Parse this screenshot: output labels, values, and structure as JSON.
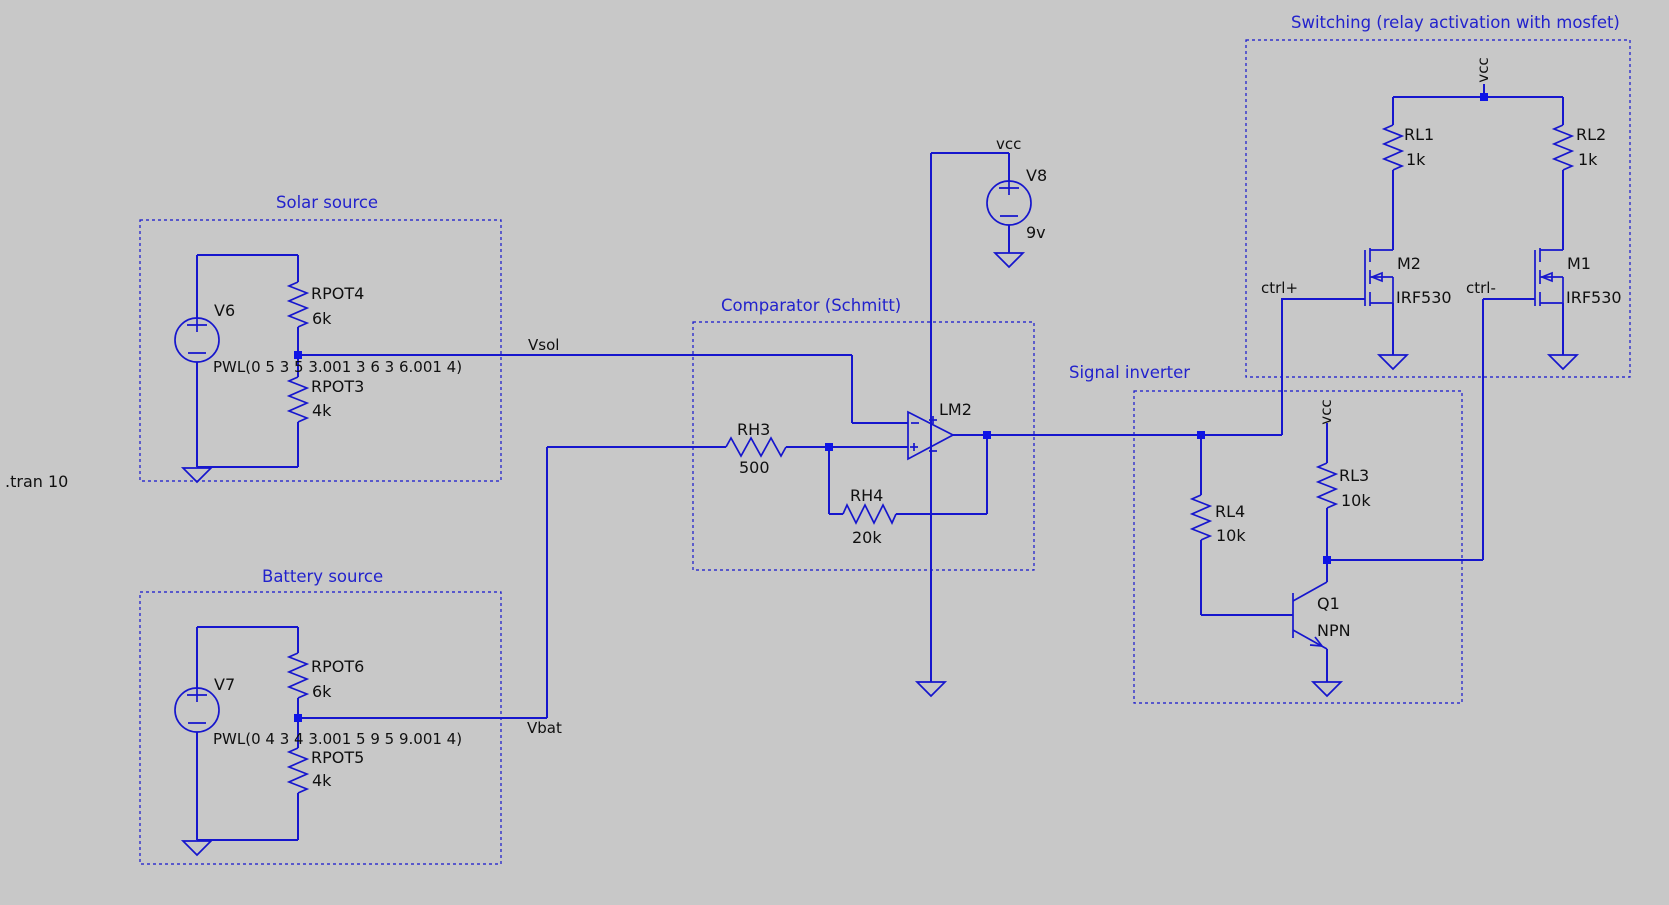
{
  "colors": {
    "background": "#c8c8c8",
    "wire": "#1616cd",
    "annotation": "#2222cc",
    "text": "#101010",
    "junction": "#0e14e6"
  },
  "directive": ".tran 10",
  "boxes": {
    "solar": {
      "title": "Solar source"
    },
    "battery": {
      "title": "Battery source"
    },
    "comparator": {
      "title": "Comparator (Schmitt)"
    },
    "inverter": {
      "title": "Signal inverter"
    },
    "switching": {
      "title": "Switching (relay activation with mosfet)"
    }
  },
  "components": {
    "v6": {
      "ref": "V6",
      "value": "PWL(0 5 3 5 3.001 3 6 3 6.001 4)"
    },
    "v7": {
      "ref": "V7",
      "value": "PWL(0 4 3 4 3.001 5 9 5 9.001 4)"
    },
    "v8": {
      "ref": "V8",
      "value": "9v"
    },
    "rpot4": {
      "ref": "RPOT4",
      "value": "6k"
    },
    "rpot3": {
      "ref": "RPOT3",
      "value": "4k"
    },
    "rpot6": {
      "ref": "RPOT6",
      "value": "6k"
    },
    "rpot5": {
      "ref": "RPOT5",
      "value": "4k"
    },
    "rh3": {
      "ref": "RH3",
      "value": "500"
    },
    "rh4": {
      "ref": "RH4",
      "value": "20k"
    },
    "opamp": {
      "ref": "LM2"
    },
    "rl4": {
      "ref": "RL4",
      "value": "10k"
    },
    "rl3": {
      "ref": "RL3",
      "value": "10k"
    },
    "q1": {
      "ref": "Q1",
      "value": "NPN"
    },
    "rl1": {
      "ref": "RL1",
      "value": "1k"
    },
    "rl2": {
      "ref": "RL2",
      "value": "1k"
    },
    "m2": {
      "ref": "M2",
      "value": "IRF530"
    },
    "m1": {
      "ref": "M1",
      "value": "IRF530"
    }
  },
  "nets": {
    "vsol": "Vsol",
    "vbat": "Vbat",
    "vcc_supply": "vcc",
    "vcc_switching": "vcc",
    "vcc_inverter": "vcc",
    "ctrl_plus": "ctrl+",
    "ctrl_minus": "ctrl-"
  }
}
